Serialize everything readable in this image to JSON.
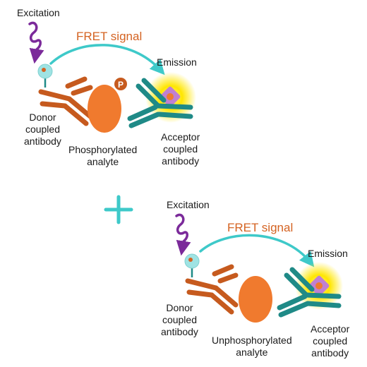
{
  "colors": {
    "excitation": "#7b2a9a",
    "fret_arrow": "#3ec9c9",
    "fret_text": "#d46322",
    "donor_antibody": "#c65a1e",
    "acceptor_antibody": "#1f8a87",
    "analyte": "#f07a2e",
    "phospho": "#c65a1e",
    "donor_fluor": "#9fe3e3",
    "acceptor_glow": "#ffe600",
    "acceptor_fluor": "#c080d0",
    "plus": "#3ec9c9"
  },
  "panels": [
    {
      "excitation": "Excitation",
      "fret": "FRET signal",
      "emission": "Emission",
      "donor": [
        "Donor",
        "coupled",
        "antibody"
      ],
      "analyte": [
        "Phosphorylated",
        "analyte"
      ],
      "acceptor": [
        "Acceptor",
        "coupled",
        "antibody"
      ],
      "phospho_label": "P"
    },
    {
      "excitation": "Excitation",
      "fret": "FRET signal",
      "emission": "Emission",
      "donor": [
        "Donor",
        "coupled",
        "antibody"
      ],
      "analyte": [
        "Unphosphorylated",
        "analyte"
      ],
      "acceptor": [
        "Acceptor",
        "coupled",
        "antibody"
      ]
    }
  ],
  "plus_icon": "plus-icon"
}
